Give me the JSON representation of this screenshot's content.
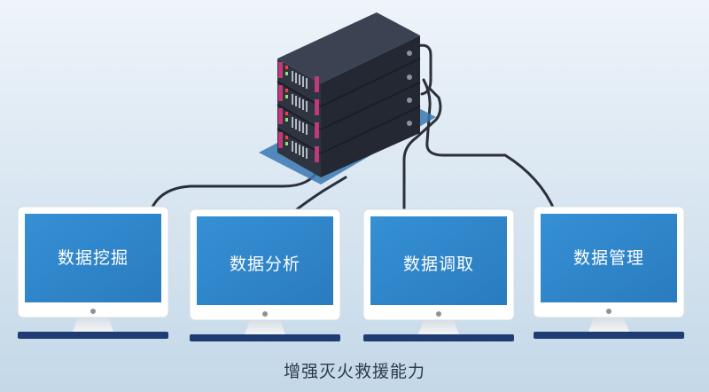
{
  "colors": {
    "background_top": "#e9f1f8",
    "background_bottom": "#c6d9e9",
    "screen_blue": "#2f84c9",
    "monitor_body": "#ffffff",
    "cable": "#2b2f3a",
    "server_dark": "#2a2f3d",
    "server_pink": "#c0397a",
    "led_green": "#8fe36b",
    "led_red": "#ff3b3b"
  },
  "icons": {
    "server": "server-rack-icon",
    "monitor": "desktop-monitor-icon"
  },
  "monitors": [
    {
      "label": "数据挖掘"
    },
    {
      "label": "数据分析"
    },
    {
      "label": "数据调取"
    },
    {
      "label": "数据管理"
    }
  ],
  "caption": "增强灭火救援能力"
}
